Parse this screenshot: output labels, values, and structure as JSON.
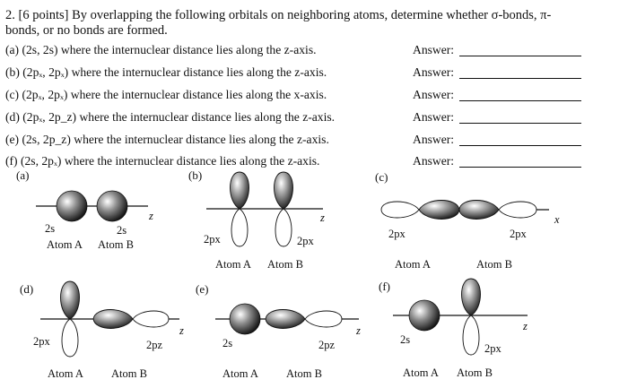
{
  "question": {
    "line1": "2. [6 points] By overlapping the following orbitals on neighboring atoms, determine whether σ-bonds, π-",
    "line2": "bonds, or no bonds are formed."
  },
  "items": [
    {
      "text": "(a) (2s, 2s) where the internuclear distance lies along the z-axis.",
      "answer_label": "Answer:"
    },
    {
      "text": "(b) (2pₓ, 2pₓ) where the internuclear distance lies along the z-axis.",
      "answer_label": "Answer:"
    },
    {
      "text": "(c) (2pₓ, 2pₓ) where the internuclear distance lies along the x-axis.",
      "answer_label": "Answer:"
    },
    {
      "text": "(d) (2pₓ, 2p_z) where the internuclear distance lies along the z-axis.",
      "answer_label": "Answer:"
    },
    {
      "text": "(e) (2s, 2p_z) where the internuclear distance lies along the z-axis.",
      "answer_label": "Answer:"
    },
    {
      "text": "(f) (2s, 2pₓ) where the internuclear distance lies along the z-axis.",
      "answer_label": "Answer:"
    }
  ],
  "diagrams": {
    "a": {
      "panel": "(a)",
      "left_orbital": "2s",
      "right_orbital": "2s",
      "axis": "z",
      "atom_a": "Atom A",
      "atom_b": "Atom B"
    },
    "b": {
      "panel": "(b)",
      "left_orbital": "2px",
      "right_orbital": "2px",
      "axis": "z",
      "atom_a": "Atom A",
      "atom_b": "Atom B"
    },
    "c": {
      "panel": "(c)",
      "left_orbital": "2px",
      "right_orbital": "2px",
      "axis": "x",
      "atom_a": "Atom A",
      "atom_b": "Atom B"
    },
    "d": {
      "panel": "(d)",
      "left_orbital": "2px",
      "right_orbital": "2pz",
      "axis": "z",
      "atom_a": "Atom A",
      "atom_b": "Atom B"
    },
    "e": {
      "panel": "(e)",
      "left_orbital": "2s",
      "right_orbital": "2pz",
      "axis": "z",
      "atom_a": "Atom A",
      "atom_b": "Atom B"
    },
    "f": {
      "panel": "(f)",
      "left_orbital": "2s",
      "right_orbital": "2px",
      "axis": "z",
      "atom_a": "Atom A",
      "atom_b": "Atom B"
    }
  }
}
